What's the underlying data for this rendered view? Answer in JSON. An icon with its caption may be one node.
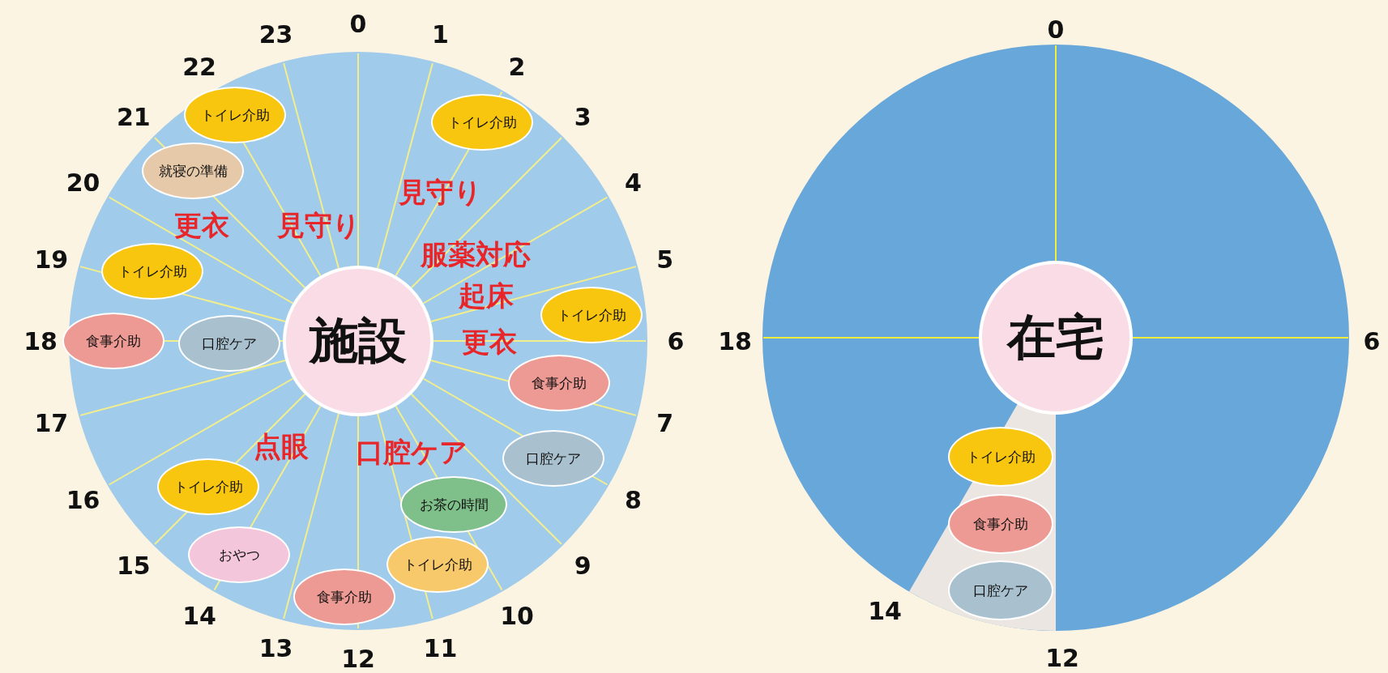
{
  "diagram": {
    "nodes": [
      {
        "text": [
          "施設"
        ]
      },
      {
        "text": [
          "トイレ介助"
        ]
      },
      {
        "text": [
          "トイレ介助"
        ]
      },
      {
        "text": [
          "就寝の準備"
        ]
      },
      {
        "text": [
          "トイレ介助"
        ]
      },
      {
        "text": [
          "トイレ介助"
        ]
      },
      {
        "text": [
          "食事介助"
        ]
      },
      {
        "text": [
          "口腔ケア"
        ]
      },
      {
        "text": [
          "食事介助"
        ]
      },
      {
        "text": [
          "口腔ケア"
        ]
      },
      {
        "text": [
          "お茶の時間"
        ]
      },
      {
        "text": [
          "トイレ介助"
        ]
      },
      {
        "text": [
          "おやつ"
        ]
      },
      {
        "text": [
          "トイレ介助"
        ]
      },
      {
        "text": [
          "食事介助"
        ]
      },
      {
        "text": [
          "在宅"
        ]
      },
      {
        "text": [
          "トイレ介助"
        ]
      },
      {
        "text": [
          "食事介助"
        ]
      },
      {
        "text": [
          "口腔ケア"
        ]
      }
    ],
    "labels": [
      "0",
      "1",
      "2",
      "3",
      "4",
      "5",
      "6",
      "7",
      "8",
      "9",
      "10",
      "11",
      "12",
      "13",
      "14",
      "15",
      "16",
      "17",
      "18",
      "19",
      "20",
      "21",
      "22",
      "23",
      "更衣",
      "見守り",
      "見守り",
      "服薬対応",
      "起床",
      "更衣",
      "点眼",
      "口腔ケア",
      "0",
      "18",
      "6",
      "14",
      "12"
    ]
  }
}
